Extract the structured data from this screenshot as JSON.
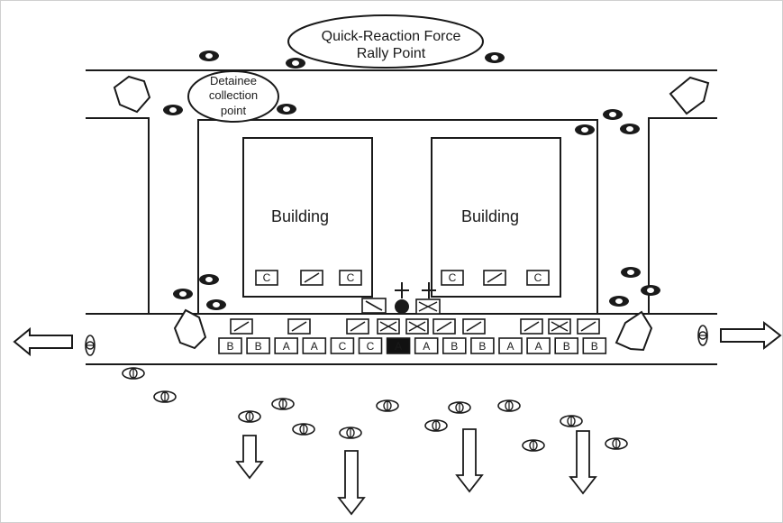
{
  "labels": {
    "qrf_line1": "Quick-Reaction Force",
    "qrf_line2": "Rally Point",
    "detainee_line1": "Detainee",
    "detainee_line2": "collection",
    "detainee_line3": "point",
    "building_left": "Building",
    "building_right": "Building"
  },
  "building_left_markers": [
    "C",
    "slash",
    "C"
  ],
  "building_right_markers": [
    "C",
    "slash",
    "C"
  ],
  "vehicle_row": [
    "slash",
    "slash",
    "slash",
    "x",
    "x",
    "slash",
    "slash",
    "slash",
    "x",
    "slash"
  ],
  "vehicle_row_small_markers": [
    "lightning-slash",
    "x"
  ],
  "element_row": [
    "B",
    "B",
    "A",
    "A",
    "C",
    "C",
    "A",
    "A",
    "B",
    "B",
    "A",
    "A",
    "B",
    "B"
  ],
  "element_row_highlight_index": 6,
  "colors": {
    "ink": "#1a1a1a",
    "background": "#ffffff",
    "highlight_fill": "#111111",
    "highlight_text": "#ffffff"
  },
  "icons": [
    "left-arrow-icon",
    "right-arrow-icon",
    "down-arrow-icon",
    "soldier-icon",
    "eye-icon",
    "medic-cross-icon"
  ]
}
